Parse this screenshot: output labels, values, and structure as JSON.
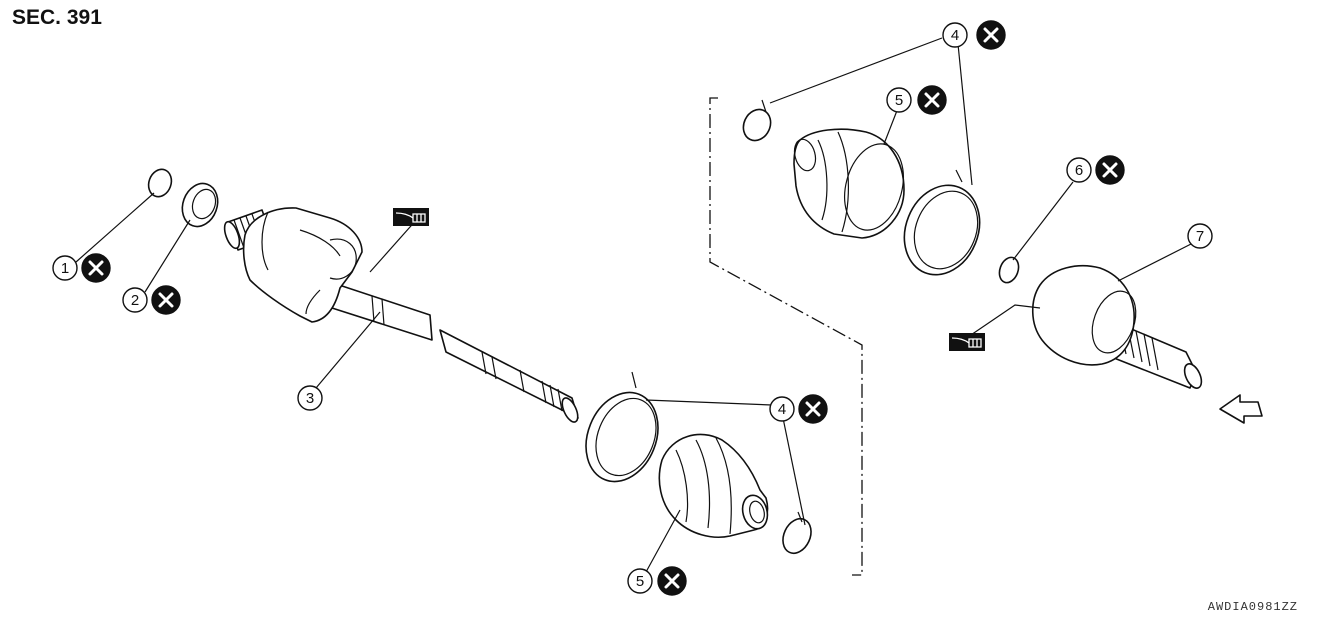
{
  "title": "SEC. 391",
  "figure_code": "AWDIA0981ZZ",
  "callouts": [
    {
      "label": "1",
      "discard": true
    },
    {
      "label": "2",
      "discard": true
    },
    {
      "label": "3",
      "discard": false
    },
    {
      "label": "4",
      "discard": true
    },
    {
      "label": "5",
      "discard": true
    },
    {
      "label": "4",
      "discard": true
    },
    {
      "label": "5",
      "discard": true
    },
    {
      "label": "6",
      "discard": true
    },
    {
      "label": "7",
      "discard": false
    }
  ],
  "icons": {
    "discard": "x-circle-icon",
    "grease": "grease-gun-icon",
    "direction": "arrow-icon"
  }
}
